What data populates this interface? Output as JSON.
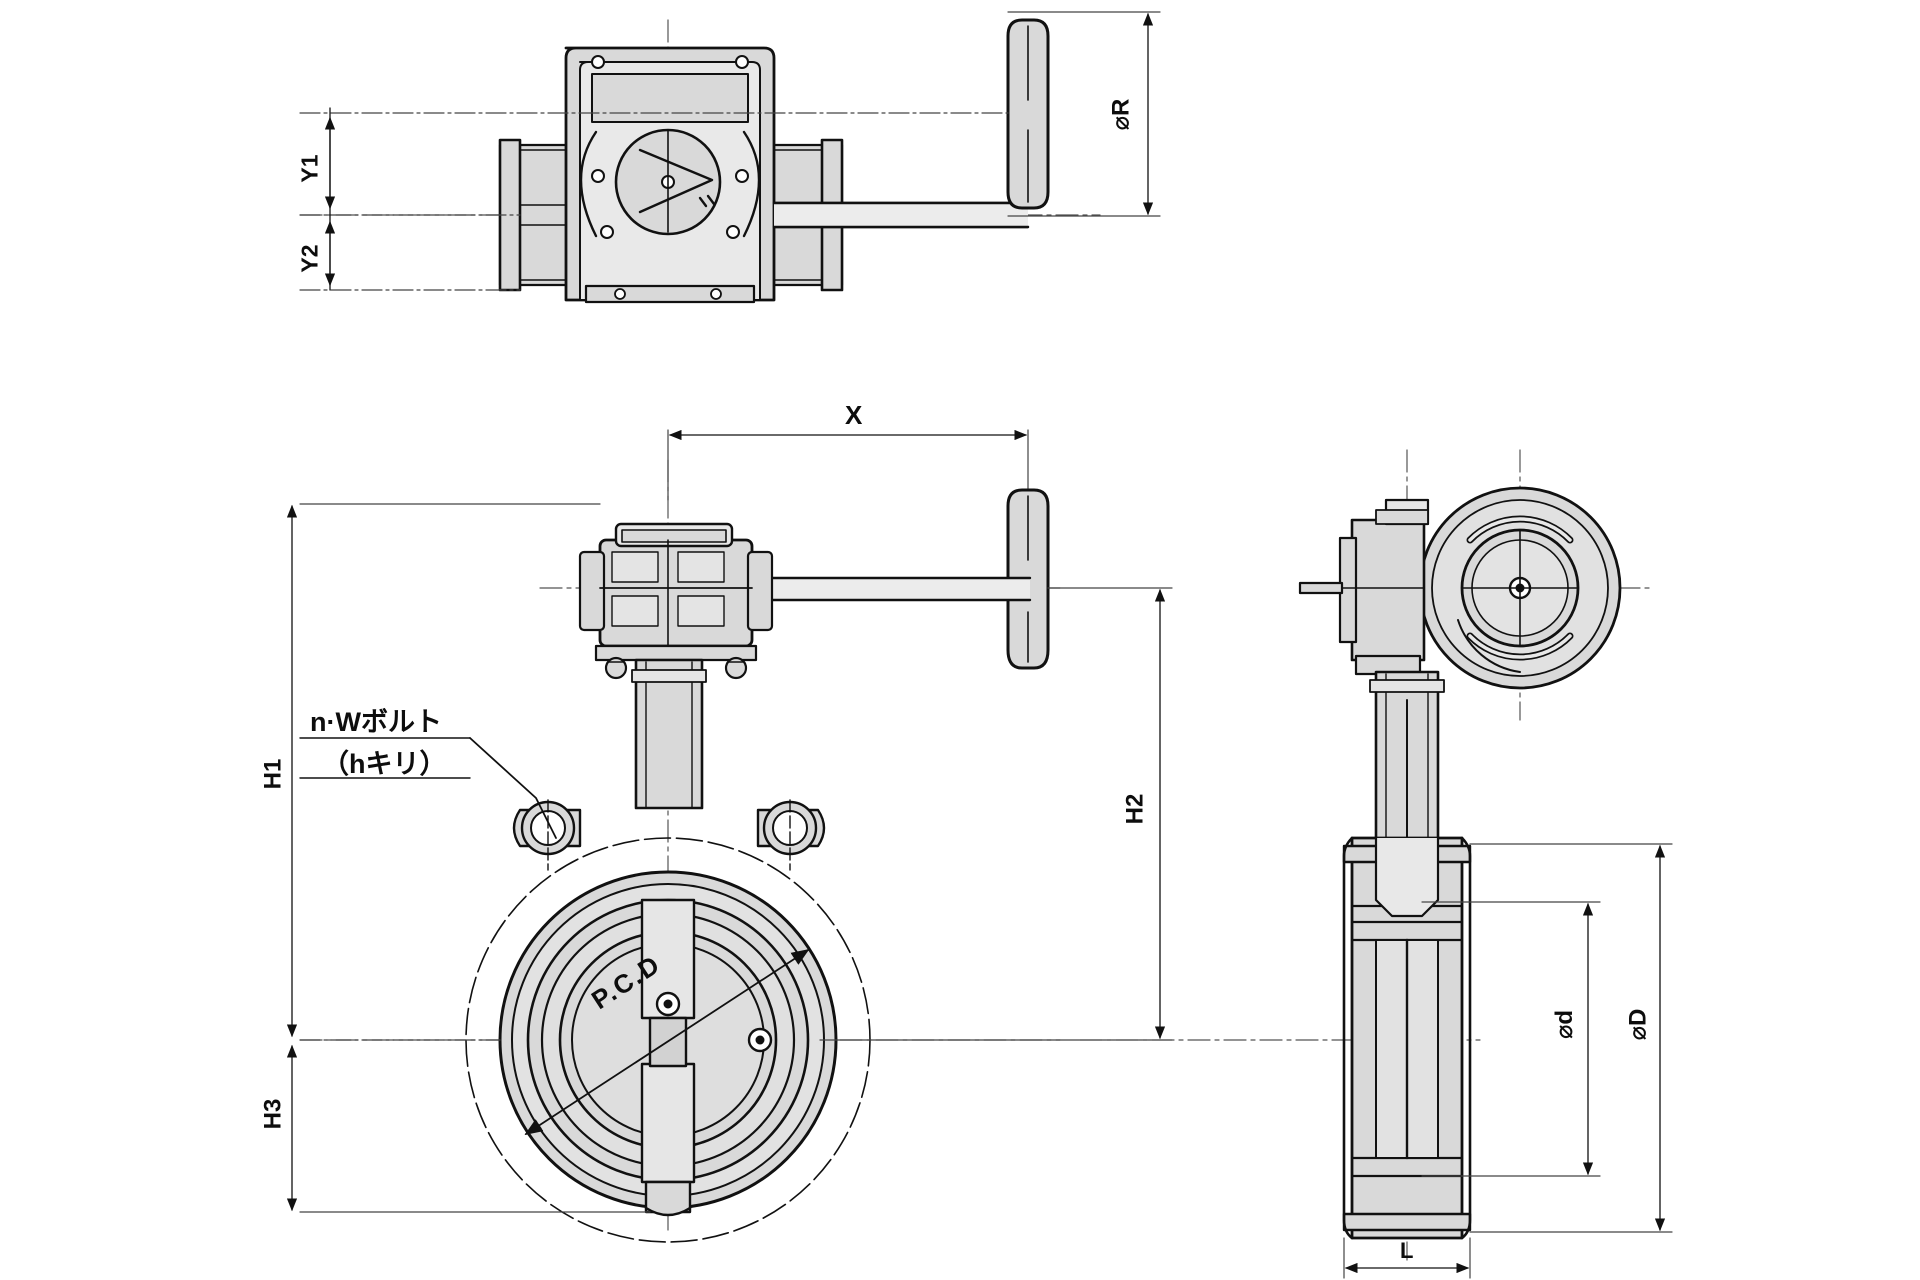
{
  "drawing": {
    "title": "Butterfly Valve with Gear Operator - Dimensional Drawing",
    "line_color": "#111111",
    "fill_color": "#d9d9d9",
    "center_line_color": "#444444",
    "background": "#ffffff"
  },
  "views": {
    "top": {
      "name": "top-view-plan",
      "label": ""
    },
    "front": {
      "name": "front-view-elevation",
      "label": ""
    },
    "side": {
      "name": "side-view-section",
      "label": ""
    }
  },
  "dimensions": {
    "y1": "Y1",
    "y2": "Y2",
    "phi_r": "⌀R",
    "x": "X",
    "h1": "H1",
    "h2": "H2",
    "h3": "H3",
    "phi_d_small": "⌀d",
    "phi_d_large": "⌀D",
    "l": "L",
    "pcd": "P.C.D"
  },
  "annotations": {
    "bolt_note_line1": "n·Wボルト",
    "bolt_note_line2": "（hキリ）"
  }
}
